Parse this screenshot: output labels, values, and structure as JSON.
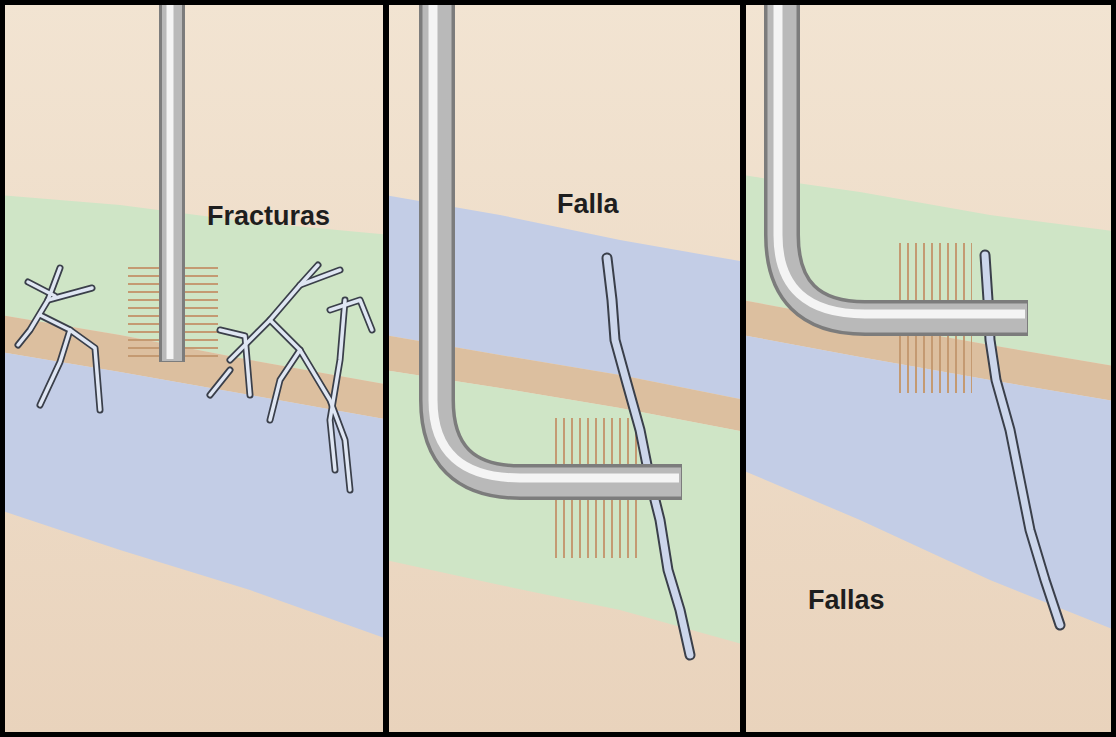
{
  "diagram": {
    "labels": [
      "Fracturas",
      "Falla",
      "Fallas"
    ]
  }
}
